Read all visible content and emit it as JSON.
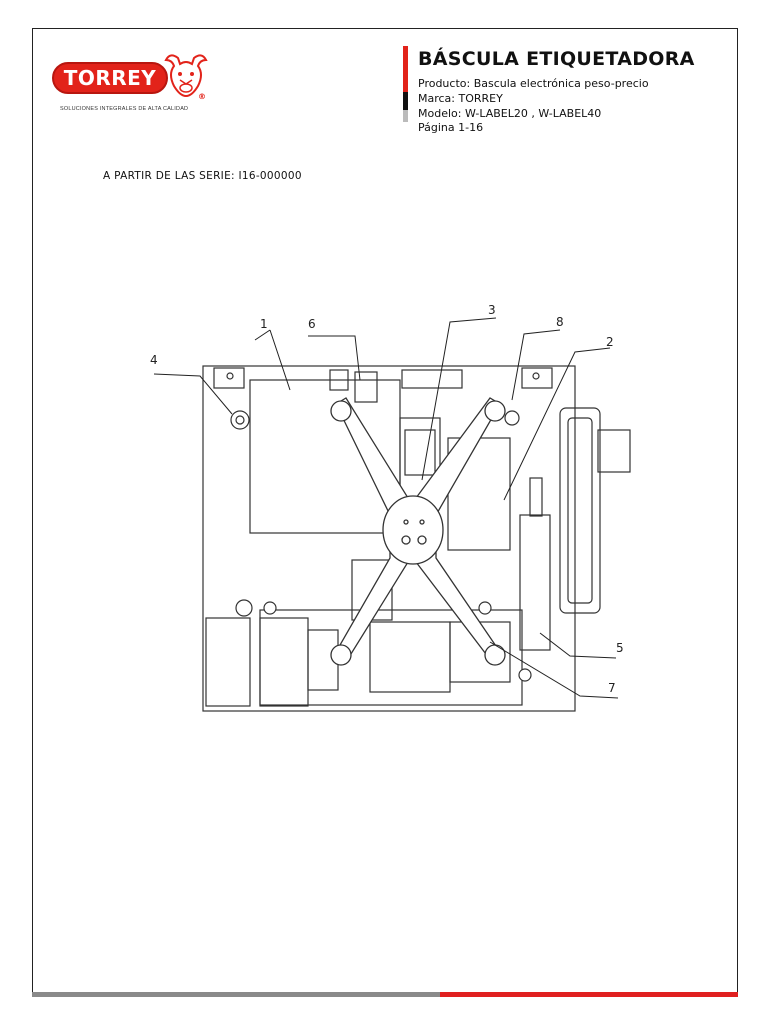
{
  "header": {
    "logo_text": "TORREY",
    "logo_reg": "®",
    "logo_tagline": "SOLUCIONES INTEGRALES DE ALTA CALIDAD",
    "title": "BÁSCULA ETIQUETADORA",
    "producto": "Producto: Bascula electrónica peso-precio",
    "marca": "Marca: TORREY",
    "modelo": "Modelo: W-LABEL20 , W-LABEL40",
    "pagina": "Página 1-16"
  },
  "serial_note": "A PARTIR DE LAS SERIE: I16-000000",
  "diagram": {
    "callouts": [
      "1",
      "6",
      "3",
      "8",
      "2",
      "4",
      "5",
      "7"
    ]
  },
  "colors": {
    "brand_red": "#e2231a",
    "accent_black": "#111111",
    "accent_gray": "#bbbbbb"
  }
}
